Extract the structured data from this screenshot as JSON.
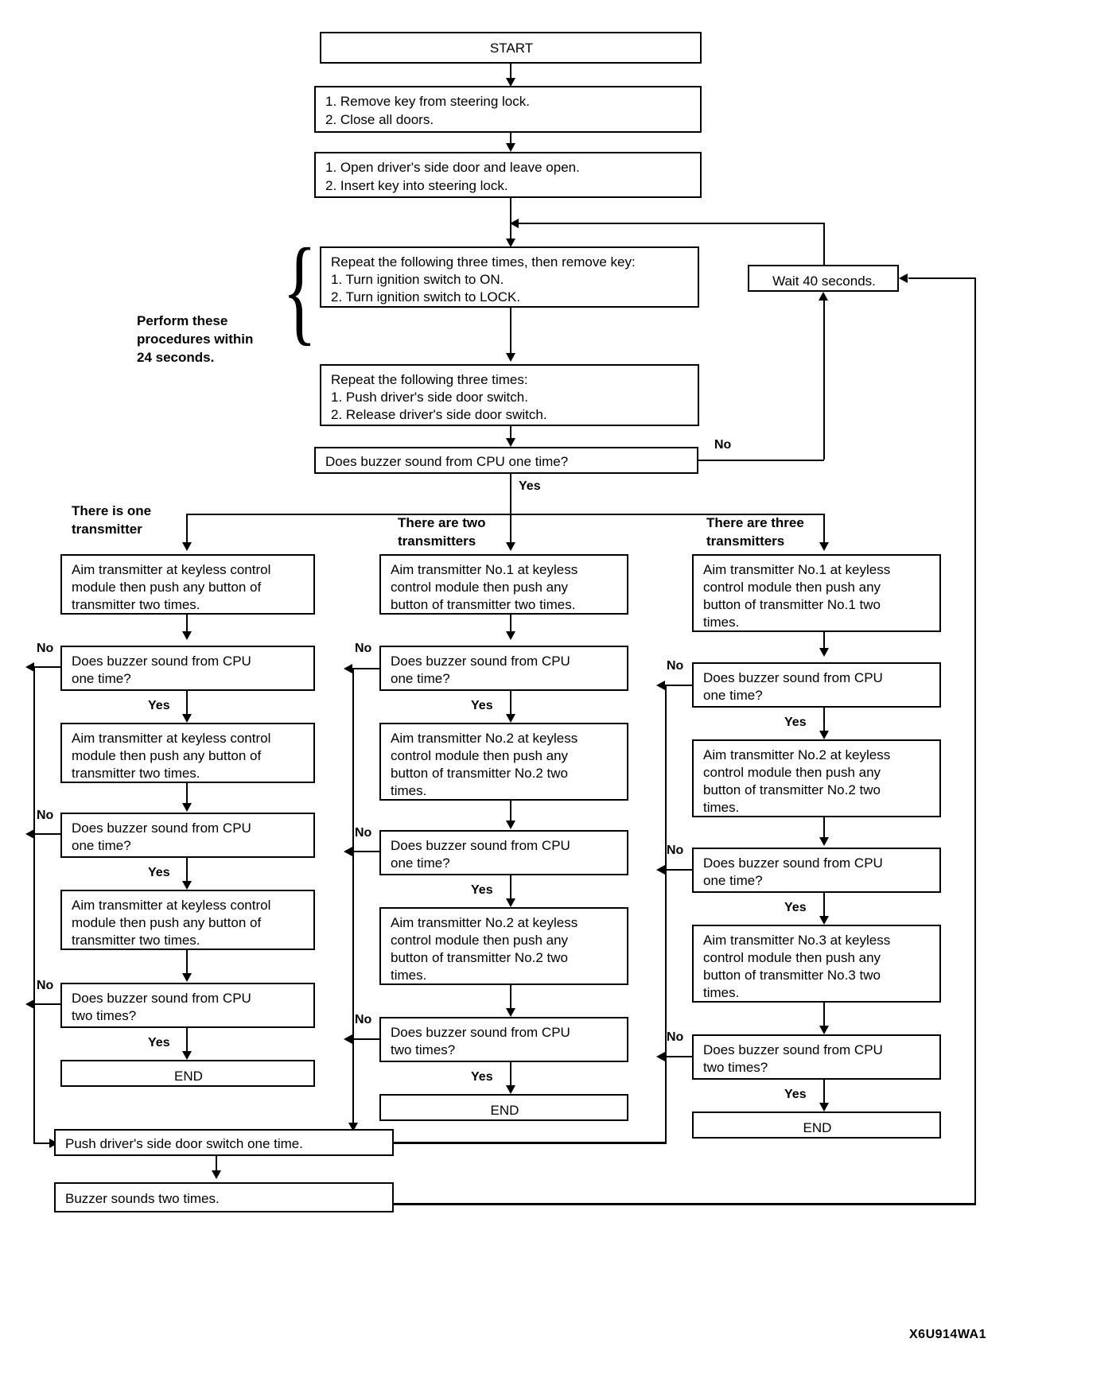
{
  "diagram": {
    "code_label": "X6U914WA1",
    "timing_note": "Perform these\nprocedures within\n24 seconds.",
    "start": "START",
    "step1": "1.  Remove key from steering lock.\n2.  Close all doors.",
    "step2": "1.  Open driver's side door and leave open.\n2.  Insert key into steering lock.",
    "step3": "Repeat the following three times, then remove key:\n1.  Turn ignition switch to ON.\n2.  Turn ignition switch to LOCK.",
    "step4": "Repeat the following three times:\n1.  Push driver's side door switch.\n2.  Release driver's side door switch.",
    "wait": "Wait 40 seconds.",
    "main_decision": "Does buzzer sound from CPU one time?",
    "bottom_push": "Push driver's side door switch one time.",
    "bottom_buzzer": "Buzzer sounds two times."
  },
  "labels": {
    "yes": "Yes",
    "no": "No",
    "end": "END",
    "branch_one": "There is one\ntransmitter",
    "branch_two": "There are two\ntransmitters",
    "branch_three": "There are three\ntransmitters"
  },
  "columns": {
    "one": {
      "header": "There is one\ntransmitter",
      "steps": [
        "Aim transmitter at keyless control\nmodule then push any button of\ntransmitter two times.",
        "Does buzzer sound from CPU\none time?",
        "Aim transmitter at keyless control\nmodule then push any button of\ntransmitter two times.",
        "Does buzzer sound from CPU\none time?",
        "Aim transmitter at keyless control\nmodule then push any button of\ntransmitter two times.",
        "Does buzzer sound from CPU\ntwo times?",
        "END"
      ]
    },
    "two": {
      "header": "There are two\ntransmitters",
      "steps": [
        "Aim transmitter No.1 at keyless\ncontrol module then push any\nbutton of transmitter two times.",
        "Does buzzer sound from CPU\none time?",
        "Aim transmitter No.2 at keyless\ncontrol module then push any\nbutton of transmitter No.2 two\ntimes.",
        "Does buzzer sound from CPU\none time?",
        "Aim transmitter No.2 at keyless\ncontrol module then push any\nbutton of transmitter No.2 two\ntimes.",
        "Does buzzer sound from CPU\ntwo times?",
        "END"
      ]
    },
    "three": {
      "header": "There are three\ntransmitters",
      "steps": [
        "Aim transmitter No.1 at keyless\ncontrol module then push any\nbutton of transmitter No.1 two\ntimes.",
        "Does buzzer sound from CPU\none time?",
        "Aim transmitter No.2 at keyless\ncontrol module then push any\nbutton of transmitter No.2 two\ntimes.",
        "Does buzzer sound from CPU\none time?",
        "Aim transmitter No.3 at keyless\ncontrol module then push any\nbutton of transmitter No.3 two\ntimes.",
        "Does buzzer sound from CPU\ntwo times?",
        "END"
      ]
    }
  }
}
